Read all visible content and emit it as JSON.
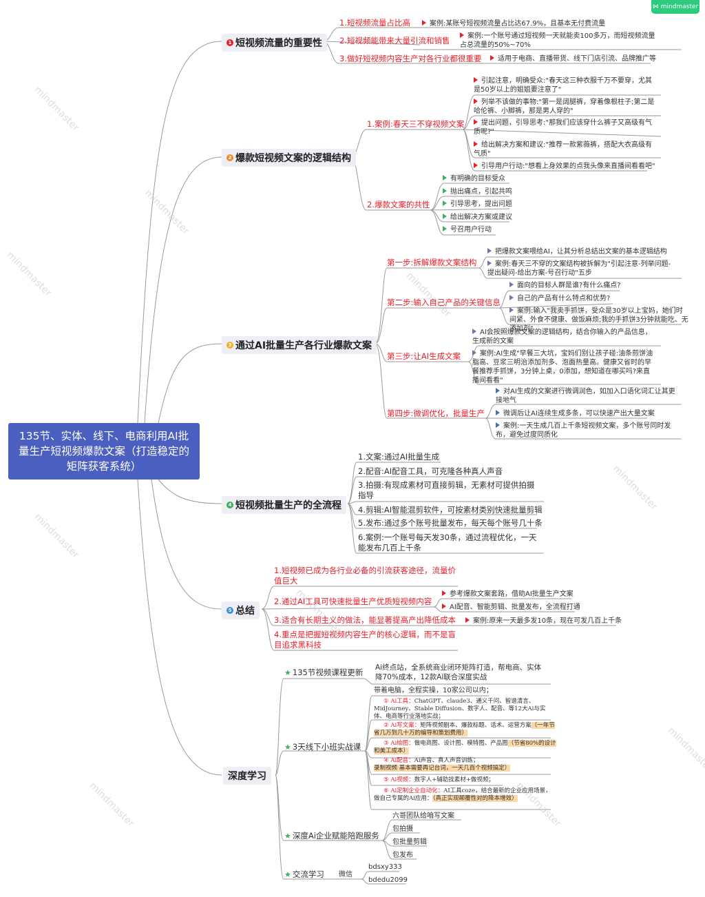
{
  "app": {
    "brand": "mindmaster"
  },
  "root": {
    "title": "135节、实体、线下、电商利用AI批量生产短视频爆款文案（打造稳定的矩阵获客系统）"
  },
  "topics": [
    {
      "num": "1",
      "color": "#e8202a",
      "title": "短视频流量的重要性",
      "children": [
        {
          "label": "1.短视频流量占比高",
          "note": "案例:某账号短视频流量占比达67.9%，且基本无付费流量"
        },
        {
          "label": "2.短视频能带来大量引流和销售",
          "note": "案例:一个账号通过短视频一天就能卖100多万，而短视频流量占总流量的50%~70%"
        },
        {
          "label": "3.做好短视频内容生产对各行业都很重要",
          "note": "适用于电商、直播带货、线下门店引流、品牌推广等"
        }
      ]
    },
    {
      "num": "2",
      "color": "#f08a24",
      "title": "爆款短视频文案的逻辑结构",
      "children": [
        {
          "label": "1.案例:春天三不穿视频文案",
          "items": [
            "引起注意，明确受众:\"春天这三种衣服千万不要穿，尤其是50岁以上的姐姐要注意了\"",
            "列举不该做的事物:\"第一是阔腿裤，穿着像根柱子;第二是哈伦裤、小脚裤，那是男人穿的\"",
            "提出问题，引导思考:\"那我们应该穿什么裤子又高级有气质呢?\"",
            "给出解决方案和建议:\"推荐一款紫薇裤，搭配大衣高级有气质\"",
            "引导用户行动:\"想看上身效果的点我头像来直播间看看吧\""
          ]
        },
        {
          "label": "2.爆款文案的共性",
          "items": [
            "有明确的目标受众",
            "抛出痛点，引起共鸣",
            "引导思考，提出问题",
            "给出解决方案或建议",
            "号召用户行动"
          ]
        }
      ]
    },
    {
      "num": "3",
      "color": "#f0b020",
      "title": "通过AI批量生产各行业爆款文案",
      "children": [
        {
          "label": "第一步:拆解爆款文案结构",
          "items": [
            "把爆款文案喂给AI，让其分析总结出文案的基本逻辑结构",
            "案例:春天三不穿的文案结构被拆解为\"引起注意-列举问题-提出疑问-给出方案-号召行动\"五步"
          ]
        },
        {
          "label": "第二步:输入自己产品的关键信息",
          "items": [
            "面向的目标人群是谁?有什么痛点?",
            "自己的产品有什么特点和优势?",
            "案例:输入\"我卖手抓饼，受众是30岁以上宝妈，她们时间紧、外食不健康、做饭麻烦;我的手抓饼3分钟就能吃、无添加剂\""
          ]
        },
        {
          "label": "第三步:让AI生成文案",
          "items": [
            "AI会按照爆款文案的逻辑结构，结合你输入的产品信息，生成新的文案",
            "案例:AI生成\"早餐三大坑，宝妈们别让孩子碰:油条煎饼油脂高、豆浆三明治添加剂多、泡面热量高。健康又省时的早餐推荐手抓饼，3分钟上桌，0添加，想知道在哪买吗?来直播间看看\""
          ]
        },
        {
          "label": "第四步:微调优化，批量生产",
          "items": [
            "对AI生成的文案进行微调润色，如加入口语化词汇让其更接地气",
            "微调后让AI连续生成多条，可以快速产出大量文案",
            "案例:一天生成几百上千条短视频文案，多个账号同时发布，避免过度同质化"
          ]
        }
      ]
    },
    {
      "num": "4",
      "color": "#3cb05e",
      "title": "短视频批量生产的全流程",
      "children": [
        "1.文案:通过AI批量生成",
        "2.配音:AI配音工具，可克隆各种真人声音",
        "3.拍摄:有现成素材可直接剪辑，无素材可提供拍摄指导",
        "4.剪辑:AI智能混剪软件，可按素材类别快速批量剪辑",
        "5.发布:通过多个账号批量发布，每天每个账号几十条",
        "6.案例:一个账号每天发30条，通过流程优化，一天能发布几百上千条"
      ]
    },
    {
      "num": "5",
      "color": "#3a8fd8",
      "title": "总结",
      "children": [
        {
          "label": "1.短视频已成为各行业必备的引流获客途径，流量价值巨大"
        },
        {
          "label": "2.通过AI工具可快速批量生产优质短视频内容",
          "items": [
            "参考爆款文案套路，借助AI批量生产文案",
            "AI配音、智能剪辑、批量发布，全流程打通"
          ]
        },
        {
          "label": "3.适合有长期主义的做法，能显著提高产出降低成本",
          "items": [
            "案例:原来一天最多发10条，现在可发几百上千条"
          ]
        },
        {
          "label": "4.重点是把握短视频内容生产的核心逻辑，而不是盲目追求黑科技"
        }
      ]
    },
    {
      "title": "深度学习",
      "children": [
        {
          "label": "135节视频课程更新",
          "items": [
            "Ai终点站，全系统商业闭环矩阵打造，帮电商、实体降70%成本，12款Ai联合深度实战"
          ]
        },
        {
          "label": "3天线下小班实战课",
          "intro": "带着电脑，全程实操，10家公司以内；",
          "items": [
            {
              "num": "①",
              "title": "Ai工具：",
              "text": "ChatGPT、claude3、通义千问、智谱清言、MidJourney、Stable Diffusion、数字人、配音、等12大Ai与实体、电商等行业落地实战；",
              "hl": ""
            },
            {
              "num": "②",
              "title": "Ai写文案：",
              "text": "矩阵视频剧本、爆款标题、话术、运营方案",
              "hl": "（一年节省几万到几十万的编导和策划费用）"
            },
            {
              "num": "③",
              "title": "Ai绘图：",
              "text": "做电商图、设计图、模特图、产品图",
              "hl": "（节省80%的设计和美工成本）"
            },
            {
              "num": "④",
              "title": "Ai配音：",
              "text": "Ai声音、真人声音训练；",
              "hl": "录制视频 基本需要再记台词，一天几百个视频搞定）"
            },
            {
              "num": "⑤",
              "title": "Ai视频：",
              "text": "数字人+辅助找素材+做视频；",
              "hl": ""
            },
            {
              "num": "⑥",
              "title": "Ai定制企业自动化：",
              "text": "AI工具coze，结合最新的企业应用场景，做自己专属的Ai应用：",
              "hl": "（真正实现颠覆性对的降本增效）"
            }
          ]
        },
        {
          "label": "深度Ai企业赋能陪跑服务",
          "items": [
            "六哥团队给咱写文案",
            "包拍摄",
            "包批量剪辑",
            "包发布"
          ]
        },
        {
          "label": "交流学习",
          "sub": "微信",
          "items": [
            "bdsxy333",
            "bdedu2099"
          ]
        }
      ]
    }
  ]
}
